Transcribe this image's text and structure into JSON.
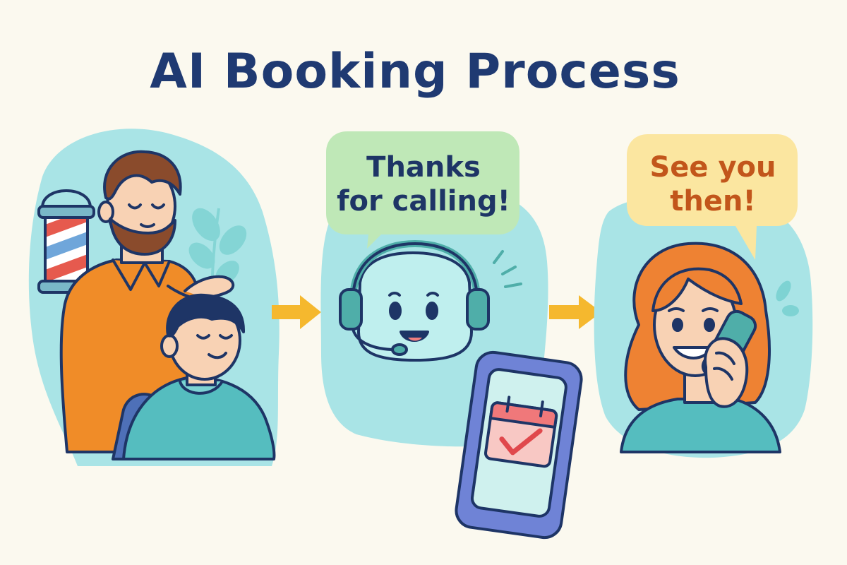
{
  "title": "AI Booking Process",
  "steps": [
    {
      "bubble_lines": []
    },
    {
      "bubble_lines": [
        "Thanks",
        "for calling!"
      ]
    },
    {
      "bubble_lines": [
        "See you",
        "then!"
      ]
    }
  ],
  "icons": {
    "step1": [
      "barber-pole-icon",
      "barber-icon",
      "customer-icon",
      "plant-icon"
    ],
    "step2": [
      "robot-assistant-icon",
      "headset-icon",
      "smartphone-icon",
      "calendar-check-icon"
    ],
    "step3": [
      "woman-on-phone-icon",
      "phone-icon"
    ],
    "flow": [
      "arrow-right-icon"
    ]
  },
  "colors": {
    "title": "#1F3A72",
    "outline": "#1E3566",
    "blob": "#A9E4E6",
    "arrow": "#F5B82E",
    "bubble_green": "#BFE8B7",
    "bubble_yellow": "#FBE6A0",
    "bubble1_text": "#1E3566",
    "bubble2_text": "#C2561B",
    "barber_shirt": "#F08C28",
    "cape": "#55BDBF",
    "hair_brown": "#8A4B2C",
    "hair_navy": "#1E3566",
    "hair_orange": "#EE8233",
    "skin": "#F8D2B4",
    "robot": "#BFEFEE",
    "headset": "#4FAEA9",
    "phone_frame": "#6F83D6",
    "phone_screen": "#CFF1EE",
    "calendar_top": "#F0787A",
    "calendar_body": "#F8C8C4",
    "check": "#E0484C"
  }
}
